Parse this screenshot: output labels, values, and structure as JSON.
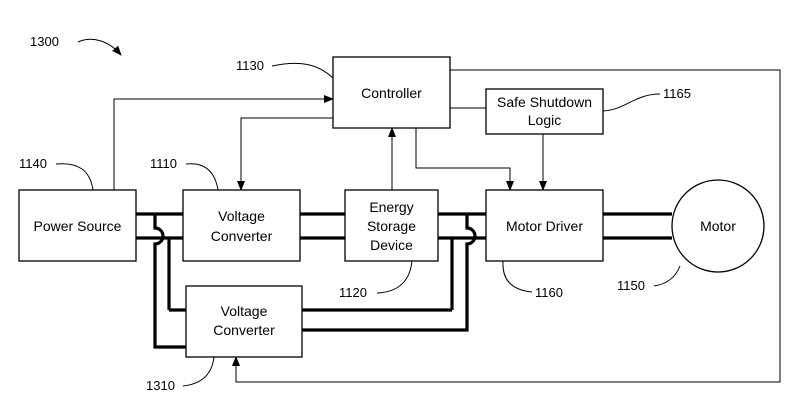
{
  "figure": {
    "ref": "1300"
  },
  "blocks": {
    "controller": {
      "ref": "1130",
      "lines": [
        "Controller"
      ]
    },
    "safe_shutdown": {
      "ref": "1165",
      "lines": [
        "Safe Shutdown",
        "Logic"
      ]
    },
    "power_source": {
      "ref": "1140",
      "lines": [
        "Power Source"
      ]
    },
    "voltage_converter_1": {
      "ref": "1110",
      "lines": [
        "Voltage",
        "Converter"
      ]
    },
    "energy_storage": {
      "ref": "1120",
      "lines": [
        "Energy",
        "Storage",
        "Device"
      ]
    },
    "motor_driver": {
      "ref": "1160",
      "lines": [
        "Motor Driver"
      ]
    },
    "motor": {
      "ref": "1150",
      "lines": [
        "Motor"
      ]
    },
    "voltage_converter_2": {
      "ref": "1310",
      "lines": [
        "Voltage",
        "Converter"
      ]
    }
  },
  "colors": {
    "line": "#000000",
    "background": "#ffffff"
  }
}
